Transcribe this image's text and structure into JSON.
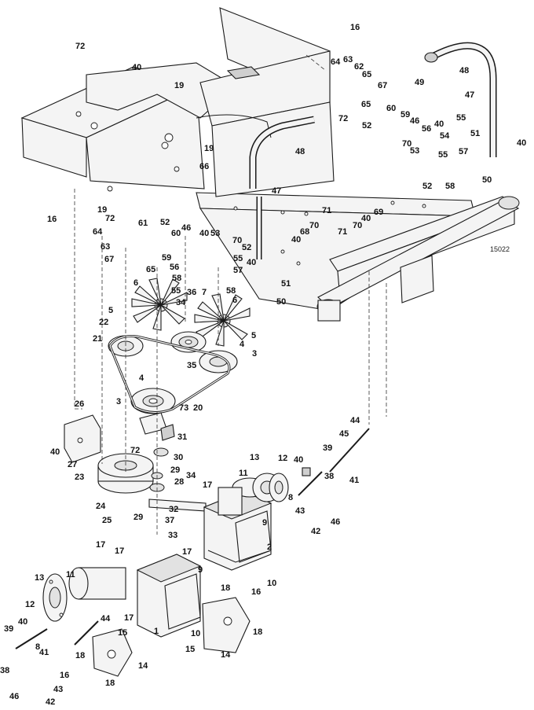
{
  "figure_number": "15022",
  "colors": {
    "ink": "#1a1a1a",
    "paper": "#ffffff",
    "shade": "#cfcfcf"
  },
  "callouts": [
    {
      "n": "72"
    },
    {
      "n": "16"
    },
    {
      "n": "40"
    },
    {
      "n": "19"
    },
    {
      "n": "64"
    },
    {
      "n": "63"
    },
    {
      "n": "62"
    },
    {
      "n": "65"
    },
    {
      "n": "67"
    },
    {
      "n": "48"
    },
    {
      "n": "49"
    },
    {
      "n": "47"
    },
    {
      "n": "72"
    },
    {
      "n": "65"
    },
    {
      "n": "52"
    },
    {
      "n": "60"
    },
    {
      "n": "59"
    },
    {
      "n": "46"
    },
    {
      "n": "56"
    },
    {
      "n": "40"
    },
    {
      "n": "54"
    },
    {
      "n": "55"
    },
    {
      "n": "51"
    },
    {
      "n": "40"
    },
    {
      "n": "19"
    },
    {
      "n": "48"
    },
    {
      "n": "70"
    },
    {
      "n": "53"
    },
    {
      "n": "57"
    },
    {
      "n": "55"
    },
    {
      "n": "52"
    },
    {
      "n": "58"
    },
    {
      "n": "50"
    },
    {
      "n": "66"
    },
    {
      "n": "47"
    },
    {
      "n": "71"
    },
    {
      "n": "69"
    },
    {
      "n": "70"
    },
    {
      "n": "71"
    },
    {
      "n": "40"
    },
    {
      "n": "70"
    },
    {
      "n": "68"
    },
    {
      "n": "40"
    },
    {
      "n": "16"
    },
    {
      "n": "19"
    },
    {
      "n": "72"
    },
    {
      "n": "64"
    },
    {
      "n": "63"
    },
    {
      "n": "67"
    },
    {
      "n": "61"
    },
    {
      "n": "65"
    },
    {
      "n": "52"
    },
    {
      "n": "60"
    },
    {
      "n": "46"
    },
    {
      "n": "40"
    },
    {
      "n": "53"
    },
    {
      "n": "70"
    },
    {
      "n": "52"
    },
    {
      "n": "59"
    },
    {
      "n": "56"
    },
    {
      "n": "55"
    },
    {
      "n": "58"
    },
    {
      "n": "57"
    },
    {
      "n": "40"
    },
    {
      "n": "51"
    },
    {
      "n": "6"
    },
    {
      "n": "55"
    },
    {
      "n": "36"
    },
    {
      "n": "7"
    },
    {
      "n": "58"
    },
    {
      "n": "6"
    },
    {
      "n": "50"
    },
    {
      "n": "34"
    },
    {
      "n": "5"
    },
    {
      "n": "22"
    },
    {
      "n": "5"
    },
    {
      "n": "21"
    },
    {
      "n": "4"
    },
    {
      "n": "35"
    },
    {
      "n": "3"
    },
    {
      "n": "4"
    },
    {
      "n": "3"
    },
    {
      "n": "20"
    },
    {
      "n": "73"
    },
    {
      "n": "26"
    },
    {
      "n": "31"
    },
    {
      "n": "72"
    },
    {
      "n": "30"
    },
    {
      "n": "40"
    },
    {
      "n": "27"
    },
    {
      "n": "23"
    },
    {
      "n": "29"
    },
    {
      "n": "34"
    },
    {
      "n": "28"
    },
    {
      "n": "24"
    },
    {
      "n": "32"
    },
    {
      "n": "25"
    },
    {
      "n": "29"
    },
    {
      "n": "37"
    },
    {
      "n": "33"
    },
    {
      "n": "44"
    },
    {
      "n": "45"
    },
    {
      "n": "39"
    },
    {
      "n": "12"
    },
    {
      "n": "40"
    },
    {
      "n": "13"
    },
    {
      "n": "38"
    },
    {
      "n": "41"
    },
    {
      "n": "11"
    },
    {
      "n": "8"
    },
    {
      "n": "17"
    },
    {
      "n": "43"
    },
    {
      "n": "46"
    },
    {
      "n": "42"
    },
    {
      "n": "9"
    },
    {
      "n": "2"
    },
    {
      "n": "17"
    },
    {
      "n": "17"
    },
    {
      "n": "17"
    },
    {
      "n": "9"
    },
    {
      "n": "13"
    },
    {
      "n": "11"
    },
    {
      "n": "10"
    },
    {
      "n": "18"
    },
    {
      "n": "16"
    },
    {
      "n": "12"
    },
    {
      "n": "17"
    },
    {
      "n": "44"
    },
    {
      "n": "40"
    },
    {
      "n": "1"
    },
    {
      "n": "10"
    },
    {
      "n": "18"
    },
    {
      "n": "39"
    },
    {
      "n": "8"
    },
    {
      "n": "15"
    },
    {
      "n": "15"
    },
    {
      "n": "14"
    },
    {
      "n": "41"
    },
    {
      "n": "18"
    },
    {
      "n": "14"
    },
    {
      "n": "38"
    },
    {
      "n": "16"
    },
    {
      "n": "18"
    },
    {
      "n": "43"
    },
    {
      "n": "46"
    },
    {
      "n": "42"
    }
  ]
}
